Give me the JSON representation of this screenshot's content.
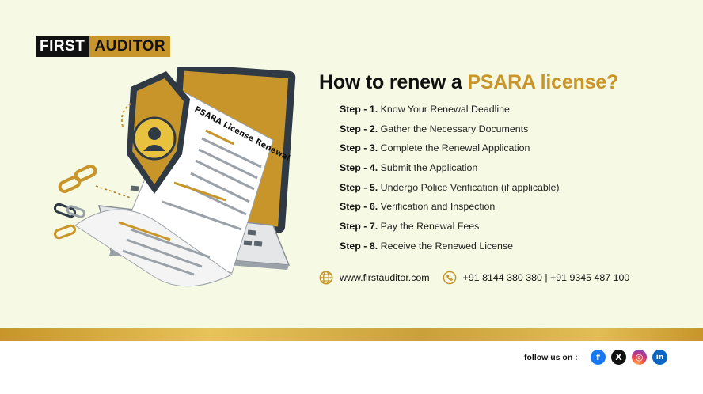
{
  "brand": {
    "part1": "FIRST",
    "part2": "AUDITOR"
  },
  "heading": {
    "prefix": "How to renew a",
    "accent": "PSARA license?"
  },
  "illustration": {
    "document_title": "PSARA License Renewal"
  },
  "steps": [
    {
      "label": "Step - 1.",
      "text": "Know Your Renewal Deadline"
    },
    {
      "label": "Step - 2.",
      "text": "Gather the Necessary Documents"
    },
    {
      "label": "Step - 3.",
      "text": "Complete the Renewal Application"
    },
    {
      "label": "Step - 4.",
      "text": "Submit the Application"
    },
    {
      "label": "Step - 5.",
      "text": "Undergo Police Verification (if applicable)"
    },
    {
      "label": "Step - 6.",
      "text": "Verification and Inspection"
    },
    {
      "label": "Step - 7.",
      "text": "Pay the Renewal Fees"
    },
    {
      "label": "Step - 8.",
      "text": "Receive the Renewed License"
    }
  ],
  "contact": {
    "website": "www.firstauditor.com",
    "phone": "+91 8144 380 380 | +91 9345 487 100"
  },
  "footer": {
    "follow_label": "follow us on :",
    "socials": [
      {
        "name": "facebook-icon",
        "glyph": "f"
      },
      {
        "name": "x-icon",
        "glyph": "X"
      },
      {
        "name": "instagram-icon",
        "glyph": "◎"
      },
      {
        "name": "linkedin-icon",
        "glyph": "in"
      }
    ]
  },
  "colors": {
    "accent": "#c8952a",
    "background": "#f6f9e4",
    "band": "#d9b04a"
  }
}
